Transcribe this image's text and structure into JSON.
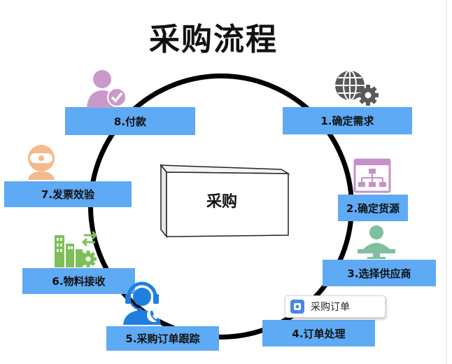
{
  "title": "采购流程",
  "center": {
    "label": "采购"
  },
  "steps": [
    {
      "label": "1.确定需求"
    },
    {
      "label": "2.确定货源"
    },
    {
      "label": "3.选择供应商"
    },
    {
      "label": "4.订单处理"
    },
    {
      "label": "5.采购订单跟踪"
    },
    {
      "label": "6.物料接收"
    },
    {
      "label": "7.发票效验"
    },
    {
      "label": "8.付款"
    }
  ],
  "chip": {
    "label": "采购订单",
    "icon": "purchase-order-icon"
  },
  "colors": {
    "step_fill": "#5eaaf5",
    "ring": "#000000",
    "payment_icon": "#c99ac9",
    "invoice_icon": "#f5b98a",
    "receive_icon": "#7fbf5a",
    "tracking_icon": "#1f7fe0",
    "supplier_icon": "#7fbf9f",
    "source_icon": "#c890c8",
    "need_icon": "#555555"
  }
}
